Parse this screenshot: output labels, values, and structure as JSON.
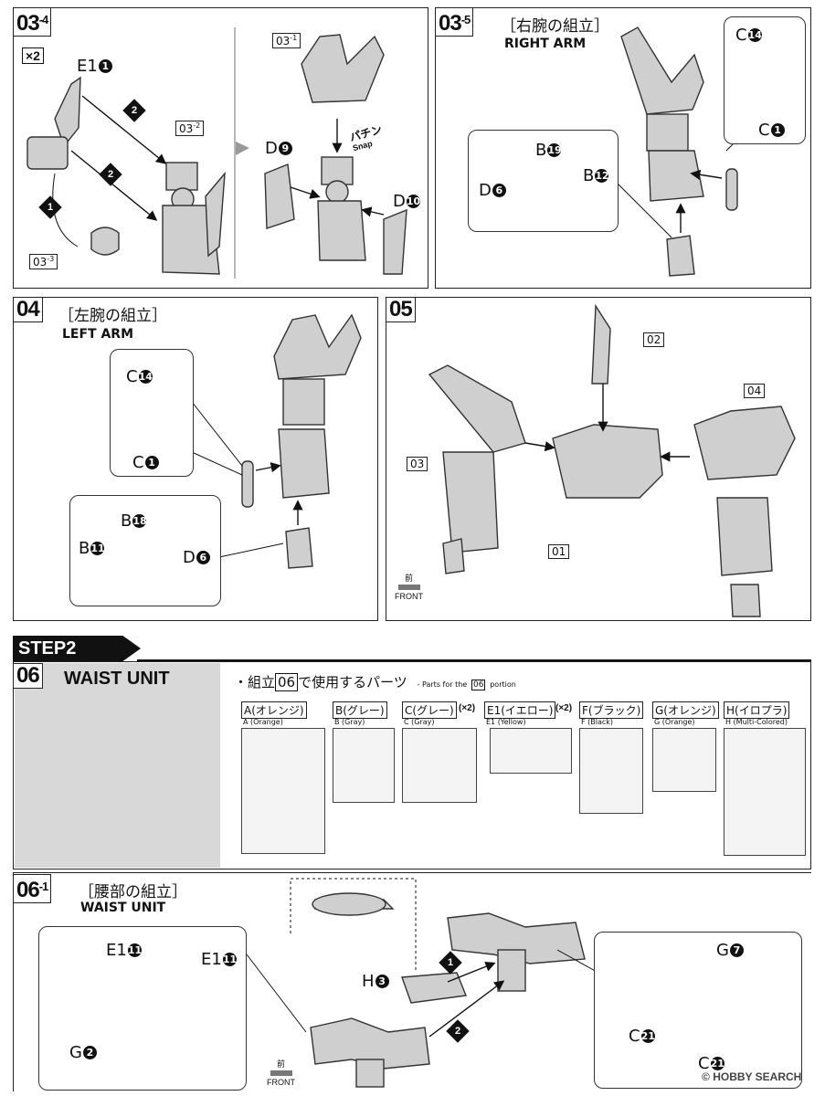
{
  "steps": {
    "s03_4": {
      "num": "03",
      "sub": "4",
      "mult": "×2",
      "e1": "E1",
      "e1n": "1",
      "refA": "03",
      "refAs": "1",
      "refB": "03",
      "refBs": "2",
      "refC": "03",
      "refCs": "3",
      "d9": "D",
      "d9n": "9",
      "d10": "D",
      "d10n": "10",
      "snap_jp": "パチン",
      "snap_en": "Snap",
      "arrow1": "1",
      "arrow2": "2"
    },
    "s03_5": {
      "num": "03",
      "sub": "5",
      "jp": "［右腕の組立］",
      "en": "RIGHT ARM",
      "c14": "C",
      "c14n": "14",
      "c1": "C",
      "c1n": "1",
      "b19": "B",
      "b19n": "19",
      "b12": "B",
      "b12n": "12",
      "d6": "D",
      "d6n": "6"
    },
    "s04": {
      "num": "04",
      "jp": "［左腕の組立］",
      "en": "LEFT ARM",
      "c14": "C",
      "c14n": "14",
      "c1": "C",
      "c1n": "1",
      "b18": "B",
      "b18n": "18",
      "b11": "B",
      "b11n": "11",
      "d6": "D",
      "d6n": "6"
    },
    "s05": {
      "num": "05",
      "r01": "01",
      "r02": "02",
      "r03": "03",
      "r04": "04",
      "front_jp": "前",
      "front_en": "FRONT"
    },
    "step2": {
      "label": "STEP2",
      "num": "06",
      "title": "WAIST UNIT",
      "parts_jp": "・組立",
      "parts_ref": "06",
      "parts_jp2": "で使用するパーツ",
      "parts_en": "- Parts for the",
      "parts_en_ref": "06",
      "parts_en2": "portion",
      "runners": [
        {
          "label": "A(オレンジ)",
          "sub": "A (Orange)",
          "mult": ""
        },
        {
          "label": "B(グレー)",
          "sub": "B (Gray)",
          "mult": ""
        },
        {
          "label": "C(グレー)",
          "sub": "C (Gray)",
          "mult": "(×2)"
        },
        {
          "label": "E1(イエロー)",
          "sub": "E1 (Yellow)",
          "mult": "(×2)"
        },
        {
          "label": "F(ブラック)",
          "sub": "F (Black)",
          "mult": ""
        },
        {
          "label": "G(オレンジ)",
          "sub": "G (Orange)",
          "mult": ""
        },
        {
          "label": "H(イロプラ)",
          "sub": "H (Multi-Colored)",
          "mult": ""
        }
      ]
    },
    "s06_1": {
      "num": "06",
      "sub": "1",
      "jp": "［腰部の組立］",
      "en": "WAIST UNIT",
      "e1a": "E1",
      "e1an": "11",
      "e1b": "E1",
      "e1bn": "11",
      "g2": "G",
      "g2n": "2",
      "h3": "H",
      "h3n": "3",
      "g7": "G",
      "g7n": "7",
      "c21a": "C",
      "c21an": "21",
      "c21b": "C",
      "c21bn": "21",
      "front_jp": "前",
      "front_en": "FRONT",
      "arrow1": "1",
      "arrow2": "2"
    }
  },
  "watermark": "HOBBY SEARCH",
  "copyright": "©"
}
